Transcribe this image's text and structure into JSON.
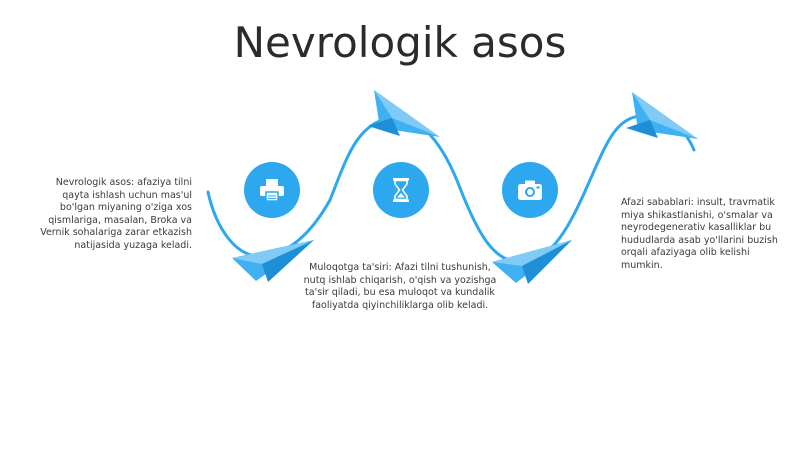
{
  "title": "Nevrologik asos",
  "colors": {
    "accent": "#2da8ee",
    "plane": "#3fb0f2",
    "text": "#3a3a3a"
  },
  "steps": [
    {
      "icon": "printer-icon",
      "text": "Nevrologik asos: afaziya tilni qayta ishlash uchun mas'ul bo'lgan miyaning o'ziga xos qismlariga, masalan, Broka va Vernik sohalariga zarar etkazish natijasida yuzaga keladi."
    },
    {
      "icon": "hourglass-icon",
      "text": "Muloqotga ta'siri: Afazi tilni tushunish, nutq ishlab chiqarish, o'qish va yozishga ta'sir qiladi, bu esa muloqot va kundalik faoliyatda qiyinchiliklarga olib keladi."
    },
    {
      "icon": "camera-icon",
      "text": "Afazi sabablari: insult, travmatik miya shikastlanishi, o'smalar va neyrodegenerativ kasalliklar bu hududlarda asab yo'llarini buzish orqali afaziyaga olib kelishi mumkin."
    }
  ]
}
